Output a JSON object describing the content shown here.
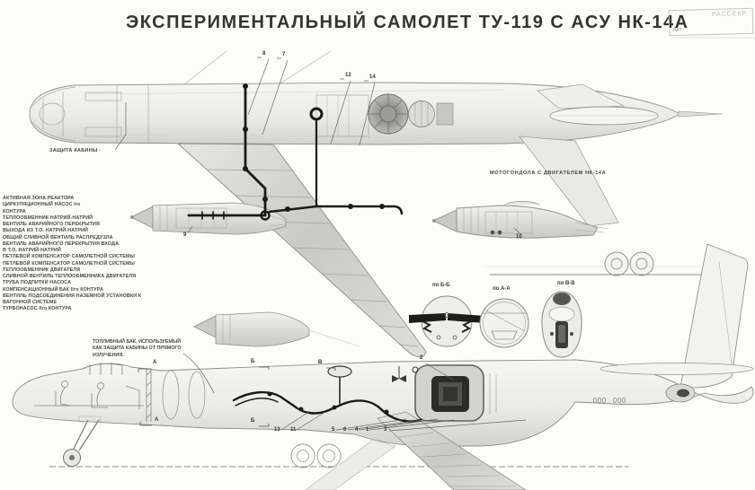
{
  "title": "ЭКСПЕРИМЕНТАЛЬНЫЙ САМОЛЕТ ТУ-119 С АСУ НК-14А",
  "stamp": {
    "line1": "РАССЕКР.",
    "line2": "Акт"
  },
  "annotations": {
    "cabin_protection": "ЗАЩИТА КАБИНЫ -",
    "nacelle_label": "МОТОГОНДОЛА С ДВИГАТЕЛЕМ НК-14А",
    "fuel_note_1": "ТОПЛИВНЫЙ БАК, ИСПОЛЬЗУЕМЫЙ",
    "fuel_note_2": "КАК ЗАЩИТА КАБИНЫ ОТ ПРЯМОГО",
    "fuel_note_3": "ИЗЛУЧЕНИЯ."
  },
  "system_list": [
    "АКТИВНАЯ ЗОНА РЕАКТОРА",
    "ЦИРКУЛЯЦИОННЫЙ НАСОС Iго",
    "КОНТУРА",
    "ТЕПЛООБМЕННИК НАТРИЙ-НАТРИЙ",
    "ВЕНТИЛЬ АВАРИЙНОГО ПЕРЕКРЫТИЯ",
    "ВЫХОДА ИЗ Т.О. НАТРИЙ-НАТРИЙ",
    "ОБЩИЙ СЛИВНОЙ ВЕНТИЛЬ РАСПРЕДУЗЛА",
    "ВЕНТИЛЬ АВАРИЙНОГО ПЕРЕКРЫТИЯ ВХОДА",
    "В Т.О. НАТРИЙ-НАТРИЙ",
    "ПЕТЛЕВОЙ КОМПЕНСАТОР САМОЛЕТНОЙ СИСТЕМЫ",
    "ПЕТЛЕВОЙ КОМПЕНСАТОР САМОЛЕТНОЙ СИСТЕМЫ",
    "ТЕПЛООБМЕННИК ДВИГАТЕЛЯ",
    "СЛИВНОЙ ВЕНТИЛЬ ТЕПЛООБМЕННИКА ДВИГАТЕЛЯ",
    "ТРУБА ПОДПИТКИ НАСОСА",
    "КОМПЕНСАЦИОННЫЙ БАК IIго КОНТУРА",
    "ВЕНТИЛЬ ПОДСОЕДИНЕНИЯ НАЗЕМНОЙ УСТАНОВКИ К",
    "ВАГОННОЙ СИСТЕМЕ",
    "ТУРБОНАСОС IIго КОНТУРА"
  ],
  "sections": {
    "bb": "по Б-Б",
    "aa": "по А-А",
    "vv": "по В-В"
  },
  "callouts": {
    "top": [
      "8",
      "7",
      "12",
      "14"
    ],
    "nacelle_inner": "9",
    "nacelle_detail": "10",
    "bottom": [
      "13",
      "11",
      "5",
      "6",
      "4",
      "1",
      "3"
    ],
    "reactor_top": "2",
    "cut_a": "А",
    "cut_b": "Б",
    "cut_v": "В"
  },
  "colors": {
    "ink": "#1a1a18",
    "line": "#8f8f8a",
    "paper": "#fcfcfa"
  }
}
